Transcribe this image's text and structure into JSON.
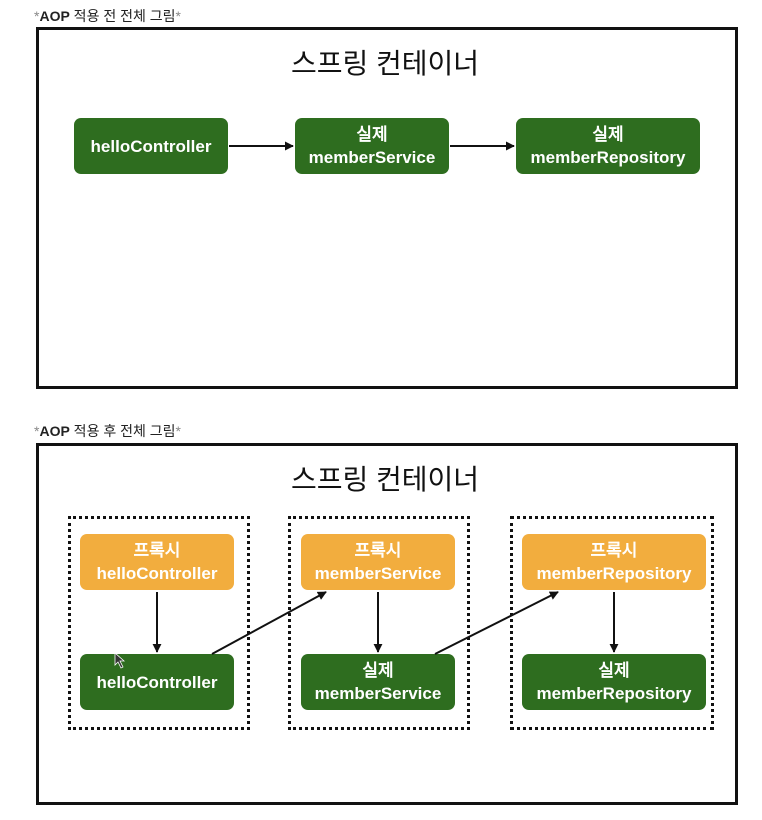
{
  "before": {
    "caption_star_open": "*",
    "caption_bold": "AOP",
    "caption_text": " 적용 전 전체 그림",
    "caption_star_close": "*",
    "title": "스프링 컨테이너",
    "nodes": {
      "controller": {
        "line1": "helloController"
      },
      "service": {
        "line1": "실제",
        "line2": "memberService"
      },
      "repository": {
        "line1": "실제",
        "line2": "memberRepository"
      }
    }
  },
  "after": {
    "caption_star_open": "*",
    "caption_bold": "AOP",
    "caption_text": " 적용 후 전체 그림",
    "caption_star_close": "*",
    "title": "스프링 컨테이너",
    "groups": [
      {
        "proxy": {
          "line1": "프록시",
          "line2": "helloController"
        },
        "real": {
          "line1": "helloController"
        }
      },
      {
        "proxy": {
          "line1": "프록시",
          "line2": "memberService"
        },
        "real": {
          "line1": "실제",
          "line2": "memberService"
        }
      },
      {
        "proxy": {
          "line1": "프록시",
          "line2": "memberRepository"
        },
        "real": {
          "line1": "실제",
          "line2": "memberRepository"
        }
      }
    ]
  },
  "colors": {
    "real_node": "#2e6d1f",
    "proxy_node": "#f2ad3e",
    "border": "#111111"
  }
}
